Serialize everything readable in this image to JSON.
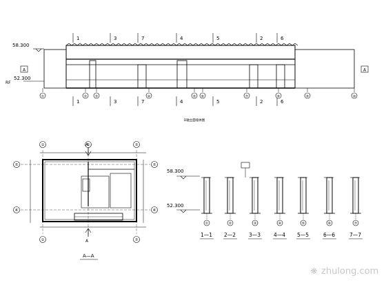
{
  "elevation": {
    "levels": {
      "top": "58.300",
      "bottom": "52.300"
    },
    "side_marks": {
      "section": "A",
      "roof": "RF",
      "right_section": "A"
    },
    "top_labels": [
      "1",
      "3",
      "7",
      "4",
      "5",
      "2",
      "6"
    ],
    "bottom_labels": [
      "1",
      "3",
      "7",
      "4",
      "5",
      "2",
      "6"
    ],
    "axis_bubbles": [
      "①",
      "②",
      "③",
      "④",
      "⑤",
      "⑥",
      "⑦",
      "⑧",
      "⑨",
      "⑩"
    ],
    "caption": "D轴立面墙体图"
  },
  "plan": {
    "axis_top": [
      "①",
      "②",
      "③"
    ],
    "axis_left": [
      "⑤",
      "⑥"
    ],
    "axis_right": [
      "⑤",
      "⑥"
    ],
    "axis_bottom": [
      "①",
      "③"
    ],
    "section_marks": [
      "A",
      "A"
    ],
    "caption": "A—A"
  },
  "sections": {
    "levels": {
      "top": "58.300",
      "bottom": "52.300"
    },
    "labels": [
      "1—1",
      "2—2",
      "3—3",
      "4—4",
      "5—5",
      "6—6",
      "7—7"
    ],
    "bubbles": [
      "①",
      "②",
      "③",
      "④",
      "⑤",
      "⑥",
      "⑦"
    ]
  },
  "watermark": "zhulong.com"
}
